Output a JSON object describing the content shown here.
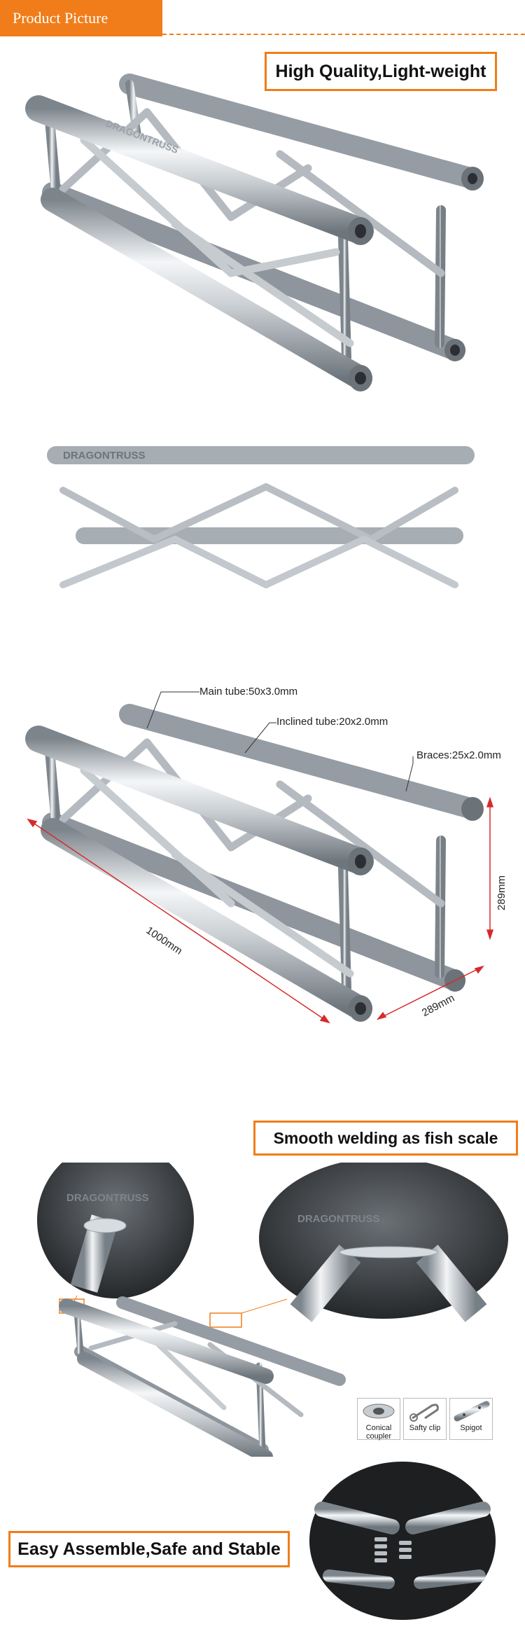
{
  "header": {
    "tab_label": "Product Picture"
  },
  "section1": {
    "badge": "High Quality,Light-weight"
  },
  "section2": {
    "brand_text": "DRAGONTRUSS"
  },
  "section3": {
    "main_tube": "Main tube:50x3.0mm",
    "inclined_tube": "Inclined tube:20x2.0mm",
    "braces": "Braces:25x2.0mm",
    "length": "1000mm",
    "height": "289mm",
    "width": "289mm"
  },
  "section4": {
    "badge": "Smooth welding as fish scale"
  },
  "section5": {
    "badge": "Easy Assemble,Safe and Stable",
    "accessories": [
      {
        "label": "Conical coupler",
        "icon": "conical-coupler-icon"
      },
      {
        "label": "Safty clip",
        "icon": "safety-clip-icon"
      },
      {
        "label": "Spigot",
        "icon": "spigot-icon"
      }
    ]
  },
  "colors": {
    "accent": "#f07d1a",
    "metal_light": "#e8ecef",
    "metal_dark": "#8f979e",
    "dimension": "#d62b2b"
  }
}
